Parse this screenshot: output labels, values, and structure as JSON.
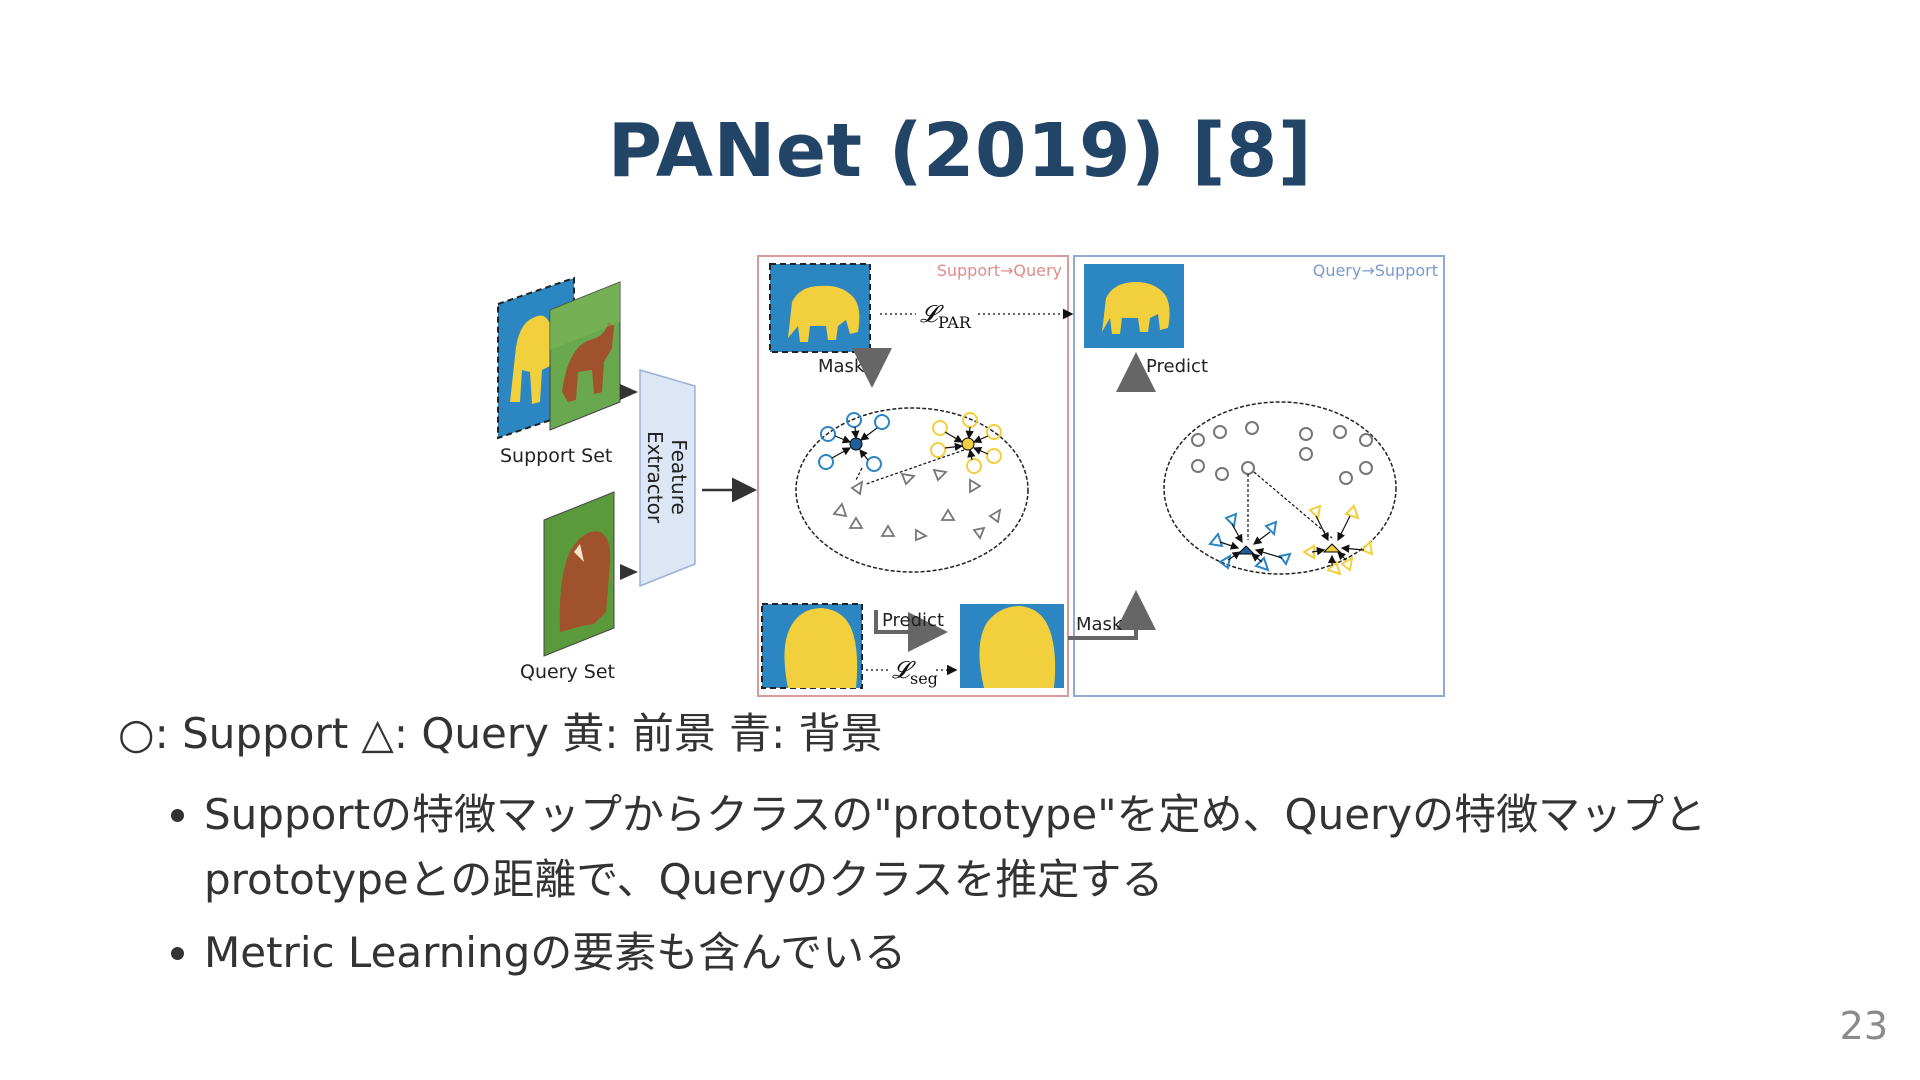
{
  "slide": {
    "title": "PANet (2019) [8]",
    "page_number": "23"
  },
  "figure": {
    "support_set_label": "Support Set",
    "query_set_label": "Query Set",
    "feature_extractor_label_line1": "Feature",
    "feature_extractor_label_line2": "Extractor",
    "panel_sq_title": "Support→Query",
    "panel_qs_title": "Query→Support",
    "mask_label_top": "Mask",
    "predict_label_bottom": "Predict",
    "mask_label_bottom": "Mask",
    "predict_label_right": "Predict",
    "loss_par_symbol": "𝓛",
    "loss_par_sub": "PAR",
    "loss_seg_symbol": "𝓛",
    "loss_seg_sub": "seg",
    "colors": {
      "mask_blue": "#2b86c2",
      "foreground_yellow": "#f2cf3c",
      "sq_border": "#d99a9a",
      "qs_border": "#8eaad6",
      "extractor_fill": "#dde6f5",
      "title_navy": "#224466"
    }
  },
  "legend_text": "○: Support △: Query 黄: 前景 青: 背景",
  "bullets": [
    "Supportの特徴マップからクラスの\"prototype\"を定め、Queryの特徴マップとprototypeとの距離で、Queryのクラスを推定する",
    "Metric Learningの要素も含んでいる"
  ]
}
